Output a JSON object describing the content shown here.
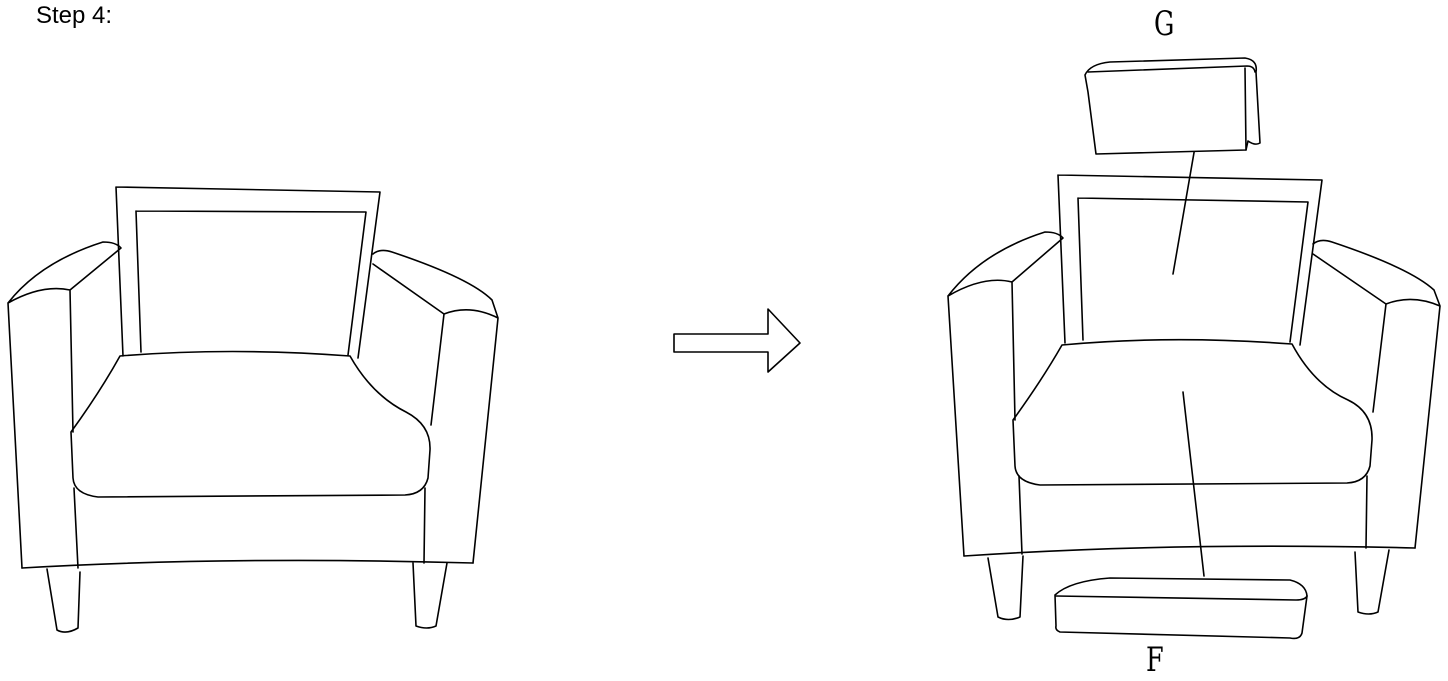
{
  "step": {
    "title": "Step 4:"
  },
  "parts": {
    "g": {
      "label": "G"
    },
    "f": {
      "label": "F"
    }
  }
}
